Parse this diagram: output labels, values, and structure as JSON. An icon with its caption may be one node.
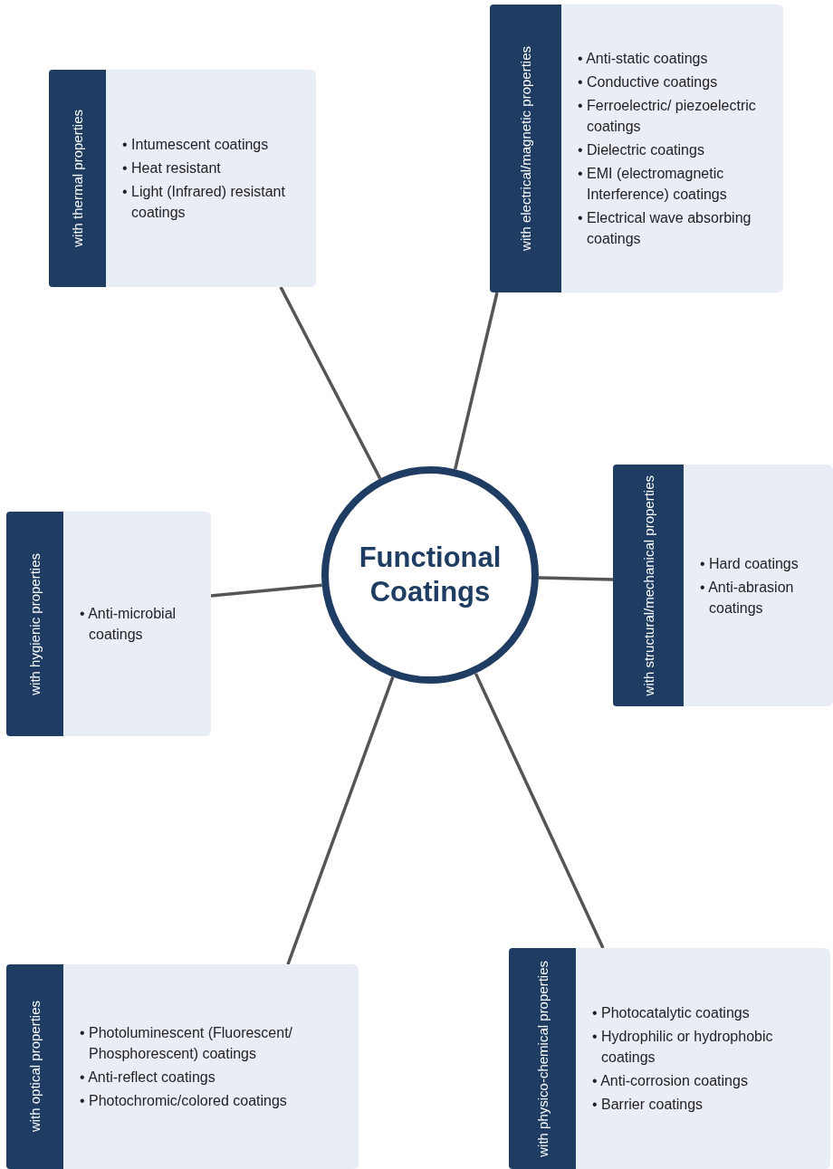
{
  "diagram": {
    "nodes": [
      {
        "text": [
          "with thermal properties",
          "• Intumescent coatings",
          "• Heat resistant",
          "• Light (Infrared) resistant coatings"
        ]
      },
      {
        "text": [
          "with electrical/magnetic properties",
          "• Anti-static coatings",
          "• Conductive coatings",
          "• Ferroelectric/ piezoelectric coatings",
          "• Dielectric coatings",
          "• EMI (electromagnetic Interference) coatings",
          "• Electrical wave absorbing coatings"
        ]
      },
      {
        "text": [
          "with hygienic properties",
          "• Anti-microbial coatings"
        ]
      },
      {
        "text": [
          "Functional Coatings"
        ]
      },
      {
        "text": [
          "with structural/mechanical properties",
          "• Hard coatings",
          "• Anti-abrasion coatings"
        ]
      },
      {
        "text": [
          "with optical properties",
          "• Photoluminescent (Fluorescent/ Phosphorescent) coatings",
          "• Anti-reflect coatings",
          "• Photochromic/colored coatings"
        ]
      },
      {
        "text": [
          "with physico-chemical properties",
          "• Photocatalytic coatings",
          "• Hydrophilic or hydrophobic coatings",
          "• Anti-corrosion coatings",
          "• Barrier coatings"
        ]
      }
    ],
    "edges": [
      {
        "from": 3,
        "to": 0,
        "arrow": "none"
      },
      {
        "from": 3,
        "to": 1,
        "arrow": "none"
      },
      {
        "from": 3,
        "to": 2,
        "arrow": "none"
      },
      {
        "from": 3,
        "to": 4,
        "arrow": "none"
      },
      {
        "from": 3,
        "to": 5,
        "arrow": "none"
      },
      {
        "from": 3,
        "to": 6,
        "arrow": "none"
      }
    ]
  }
}
